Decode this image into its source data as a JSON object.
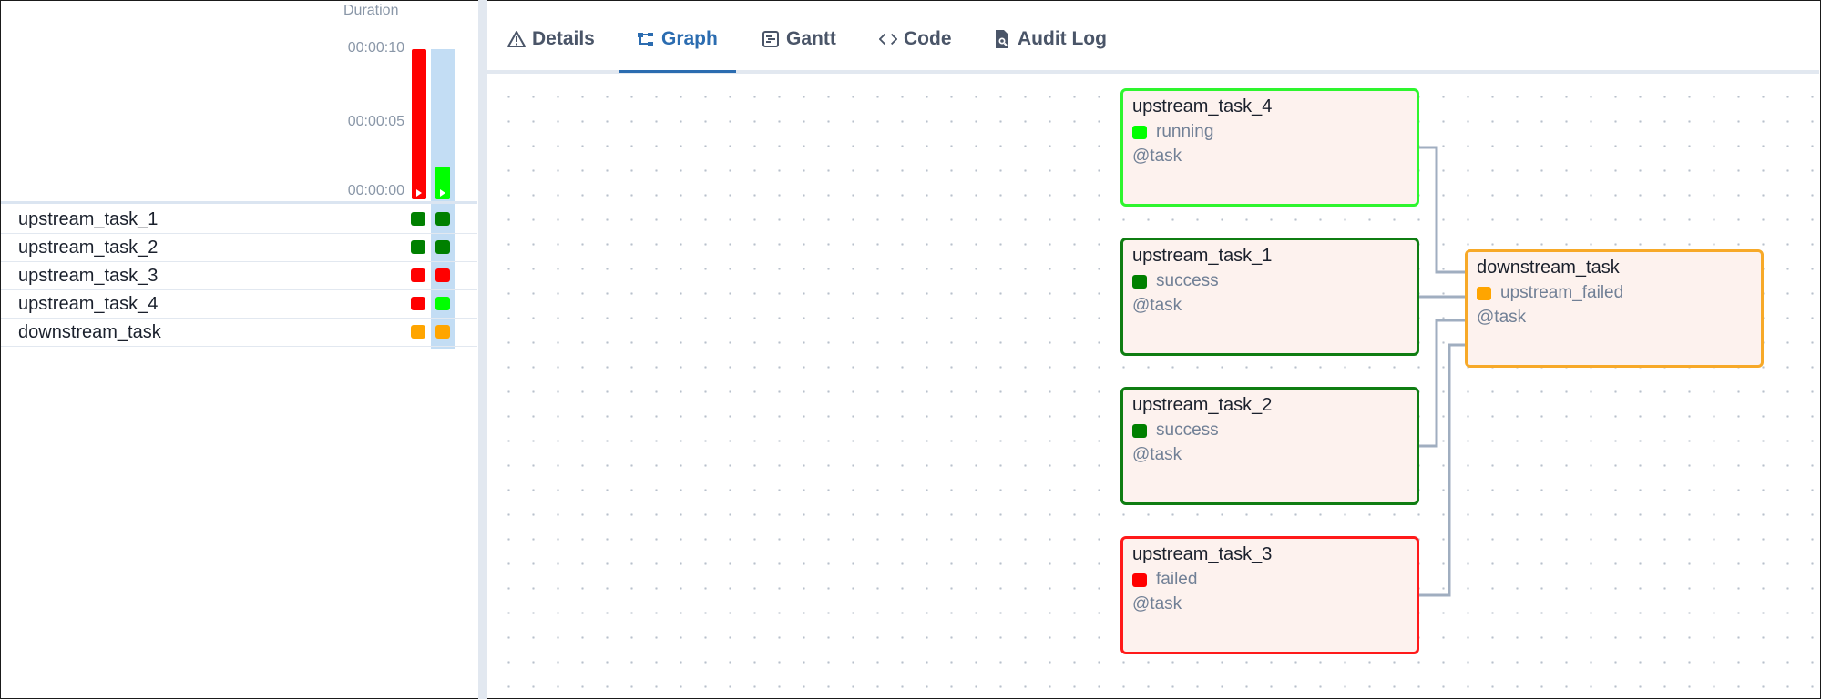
{
  "grid": {
    "duration_label": "Duration",
    "y_ticks": [
      "00:00:10",
      "00:00:05",
      "00:00:00"
    ],
    "runs": [
      {
        "duration_fraction": 1.0,
        "color": "#ff0000",
        "selected": false
      },
      {
        "duration_fraction": 0.22,
        "color": "#00ff00",
        "selected": true
      }
    ],
    "tasks": [
      {
        "name": "upstream_task_1",
        "states": [
          "#008000",
          "#008000"
        ]
      },
      {
        "name": "upstream_task_2",
        "states": [
          "#008000",
          "#008000"
        ]
      },
      {
        "name": "upstream_task_3",
        "states": [
          "#ff0000",
          "#ff0000"
        ]
      },
      {
        "name": "upstream_task_4",
        "states": [
          "#ff0000",
          "#00ff00"
        ]
      },
      {
        "name": "downstream_task",
        "states": [
          "#ffa500",
          "#ffa500"
        ]
      }
    ]
  },
  "tabs": [
    {
      "label": "Details",
      "icon": "warning-icon",
      "active": false
    },
    {
      "label": "Graph",
      "icon": "graph-icon",
      "active": true
    },
    {
      "label": "Gantt",
      "icon": "gantt-icon",
      "active": false
    },
    {
      "label": "Code",
      "icon": "code-icon",
      "active": false
    },
    {
      "label": "Audit Log",
      "icon": "audit-log-icon",
      "active": false
    }
  ],
  "graph": {
    "nodes": [
      {
        "name": "upstream_task_4",
        "state": "running",
        "state_color": "#00ff00",
        "border_color": "#2ef52e",
        "operator": "@task"
      },
      {
        "name": "upstream_task_1",
        "state": "success",
        "state_color": "#008000",
        "border_color": "#0f7d12",
        "operator": "@task"
      },
      {
        "name": "upstream_task_2",
        "state": "success",
        "state_color": "#008000",
        "border_color": "#0f7d12",
        "operator": "@task"
      },
      {
        "name": "upstream_task_3",
        "state": "failed",
        "state_color": "#ff0000",
        "border_color": "#ff1a1a",
        "operator": "@task"
      },
      {
        "name": "downstream_task",
        "state": "upstream_failed",
        "state_color": "#ffa500",
        "border_color": "#f7a928",
        "operator": "@task"
      }
    ],
    "edges": [
      [
        "upstream_task_4",
        "downstream_task"
      ],
      [
        "upstream_task_1",
        "downstream_task"
      ],
      [
        "upstream_task_2",
        "downstream_task"
      ],
      [
        "upstream_task_3",
        "downstream_task"
      ]
    ]
  }
}
